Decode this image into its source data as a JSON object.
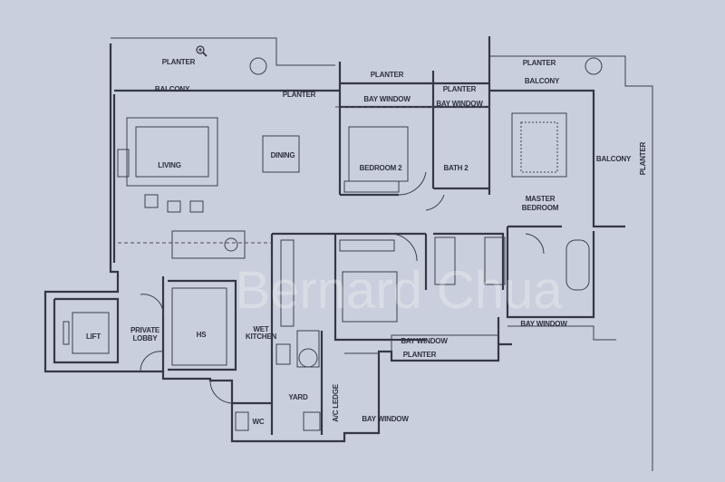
{
  "colors": {
    "background": "#c9cfdc",
    "lines": "#343846"
  },
  "watermark": "Bernard Chua",
  "zoom_control": {
    "icon": "zoom-in-magnifier-icon"
  },
  "labels": {
    "planter_top_left": "PLANTER",
    "balcony_left": "BALCONY",
    "planter_mid": "PLANTER",
    "planter_bed2": "PLANTER",
    "bay_window_bed2": "BAY WINDOW",
    "planter_bath2": "PLANTER",
    "bay_window_bath2": "BAY WINDOW",
    "planter_top_right": "PLANTER",
    "balcony_top_right": "BALCONY",
    "balcony_right": "BALCONY",
    "living": "LIVING",
    "dining": "DINING",
    "bedroom2": "BEDROOM 2",
    "bath2": "BATH 2",
    "master_bedroom_1": "MASTER",
    "master_bedroom_2": "BEDROOM",
    "lift": "LIFT",
    "private_lobby_1": "PRIVATE",
    "private_lobby_2": "LOBBY",
    "hs": "HS",
    "wet_kitchen_1": "WET",
    "wet_kitchen_2": "KITCHEN",
    "yard": "YARD",
    "wc": "WC",
    "ac_ledge": "A/C LEDGE",
    "bay_window_bed3": "BAY WINDOW",
    "planter_bottom": "PLANTER",
    "bay_window_bottom": "BAY WINDOW",
    "bay_window_master_bath": "BAY WINDOW"
  }
}
